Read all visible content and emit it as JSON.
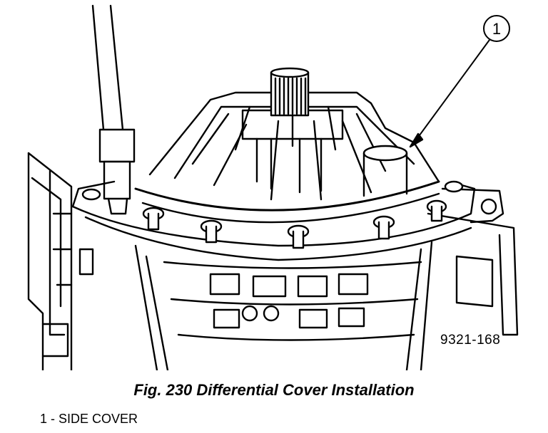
{
  "figure": {
    "callout_number": "1",
    "figure_code": "9321-168",
    "caption": "Fig. 230 Differential Cover Installation",
    "legend": [
      {
        "number": "1",
        "text": "1 - SIDE COVER"
      }
    ]
  }
}
